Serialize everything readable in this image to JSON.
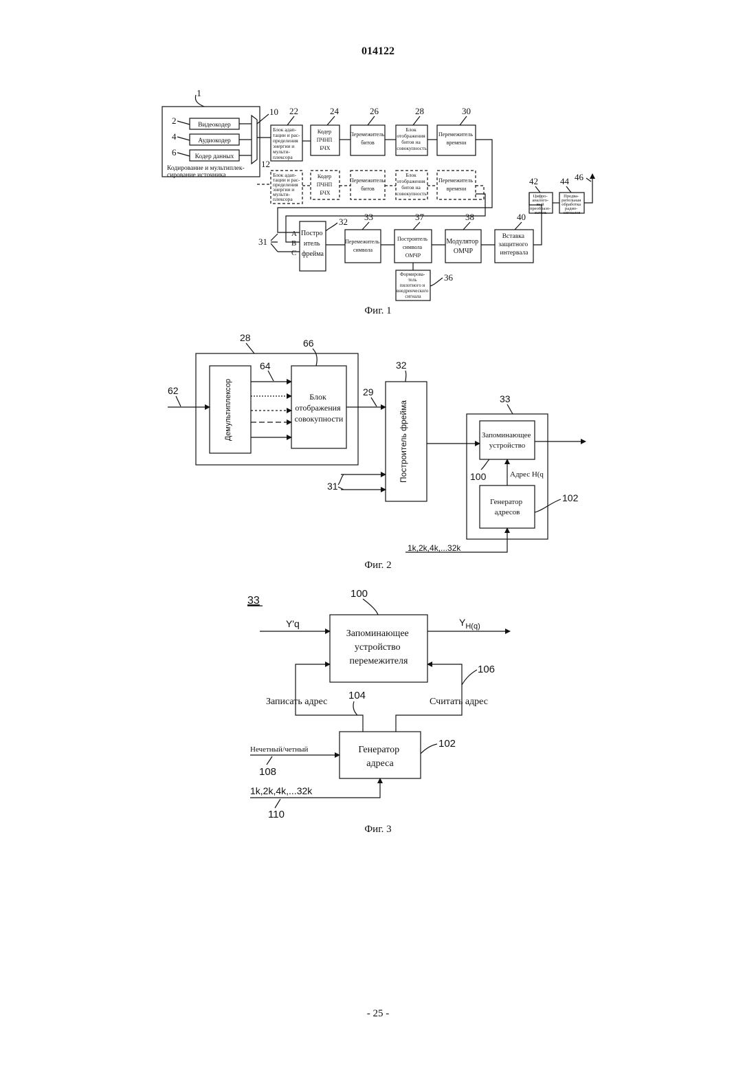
{
  "header": {
    "number": "014122"
  },
  "footer": {
    "page": "- 25 -"
  },
  "fig1": {
    "caption": "Фиг. 1",
    "ref": {
      "r1": "1",
      "r2": "2",
      "r4": "4",
      "r6": "6",
      "r10": "10",
      "r12": "12",
      "r22": "22",
      "r24": "24",
      "r26": "26",
      "r28": "28",
      "r30": "30",
      "r31": "31",
      "r32": "32",
      "r33": "33",
      "r36": "36",
      "r37": "37",
      "r38": "38",
      "r40": "40",
      "r42": "42",
      "r44": "44",
      "r46": "46"
    },
    "source_coding": {
      "l1": "Кодирование и мультиплек-",
      "l2": "сирование источника"
    },
    "video_coder": "Видеокодер",
    "audio_coder": "Аудиокодер",
    "data_coder": "Кодер данных",
    "energy_mux": {
      "l1": "Блок адап-",
      "l2": "тации и рас-",
      "l3": "пределения",
      "l4": "энергии и",
      "l5": "мульти-",
      "l6": "плексора"
    },
    "ldpc": {
      "l1": "Кодер",
      "l2": "ПЧНП",
      "l3": "БЧХ"
    },
    "bit_interleaver": {
      "l1": "Перемежитель",
      "l2": "битов"
    },
    "constellation": {
      "l1": "Блок",
      "l2": "отображения",
      "l3": "битов на",
      "l4": "совокупность"
    },
    "time_interleaver": {
      "l1": "Перемежитель",
      "l2": "времени"
    },
    "frame_builder": {
      "l1": "Постро",
      "l2": "итель",
      "l3": "фрейма"
    },
    "inputs": {
      "a": "A",
      "b": "B",
      "c": "C"
    },
    "symbol_interleaver": {
      "l1": "Перемежитель",
      "l2": "символа"
    },
    "ofdm_builder": {
      "l1": "Построитель",
      "l2": "символа",
      "l3": "ОМЧР"
    },
    "ofdm_modulator": {
      "l1": "Модулятор",
      "l2": "ОМЧР"
    },
    "guard_insert": {
      "l1": "Вставка",
      "l2": "защитного",
      "l3": "интервала"
    },
    "dac": {
      "l1": "Цифро-",
      "l2": "аналого-",
      "l3": "вый",
      "l4": "преобразо-",
      "l5": "ватель"
    },
    "rf_frontend": {
      "l1": "Предва-",
      "l2": "рительная",
      "l3": "обработка",
      "l4": "радио-",
      "l5": "сигналов"
    },
    "pilot_gen": {
      "l1": "Формирова-",
      "l2": "тель",
      "l3": "пилотного и",
      "l4": "внедренческого",
      "l5": "сигнала"
    }
  },
  "fig2": {
    "caption": "Фиг. 2",
    "ref": {
      "r28": "28",
      "r66": "66",
      "r64": "64",
      "r62": "62",
      "r29": "29",
      "r32": "32",
      "r33": "33",
      "r31": "31",
      "r100": "100",
      "r102": "102"
    },
    "demux": "Демультиплексор",
    "mapper": {
      "l1": "Блок",
      "l2": "отображения",
      "l3": "совокупности"
    },
    "frame_builder": "Построитель фрейма",
    "memory": {
      "l1": "Запоминающее",
      "l2": "устройство"
    },
    "address_label": "Адрес H(q",
    "address_gen": {
      "l1": "Генератор",
      "l2": "адресов"
    },
    "modes": "1k,2k,4k,...32k"
  },
  "fig3": {
    "caption": "Фиг. 3",
    "ref": {
      "r33": "33",
      "r100": "100",
      "r104": "104",
      "r106": "106",
      "r102": "102",
      "r108": "108",
      "r110": "110"
    },
    "input": "Y'q",
    "output_main": "Y",
    "output_sub": "H(q)",
    "memory": {
      "l1": "Запоминающее",
      "l2": "устройство",
      "l3": "перемежителя"
    },
    "write_addr": "Записать адрес",
    "read_addr": "Считать адрес",
    "address_gen": {
      "l1": "Генератор",
      "l2": "адреса"
    },
    "odd_even": "Нечетный/четный",
    "modes": "1k,2k,4k,...32k"
  }
}
